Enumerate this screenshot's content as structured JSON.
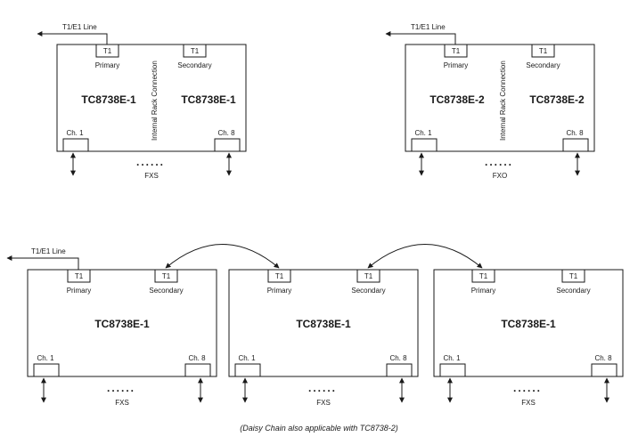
{
  "top_left": {
    "line_label": "T1/E1 Line",
    "port_primary": "T1",
    "port_primary_label": "Primary",
    "port_secondary": "T1",
    "port_secondary_label": "Secondary",
    "rack_label": "Internal Rack Connection",
    "model_left": "TC8738E-1",
    "model_right": "TC8738E-1",
    "ch_first": "Ch. 1",
    "ch_last": "Ch. 8",
    "dots": "......",
    "type_label": "FXS"
  },
  "top_right": {
    "line_label": "T1/E1 Line",
    "port_primary": "T1",
    "port_primary_label": "Primary",
    "port_secondary": "T1",
    "port_secondary_label": "Secondary",
    "rack_label": "Internal Rack Connection",
    "model_left": "TC8738E-2",
    "model_right": "TC8738E-2",
    "ch_first": "Ch. 1",
    "ch_last": "Ch. 8",
    "dots": "......",
    "type_label": "FXO"
  },
  "chain": {
    "line_label": "T1/E1 Line",
    "units": [
      {
        "port_primary": "T1",
        "port_primary_label": "Primary",
        "port_secondary": "T1",
        "port_secondary_label": "Secondary",
        "model": "TC8738E-1",
        "ch_first": "Ch. 1",
        "ch_last": "Ch. 8",
        "dots": "......",
        "type_label": "FXS"
      },
      {
        "port_primary": "T1",
        "port_primary_label": "Primary",
        "port_secondary": "T1",
        "port_secondary_label": "Secondary",
        "model": "TC8738E-1",
        "ch_first": "Ch. 1",
        "ch_last": "Ch. 8",
        "dots": "......",
        "type_label": "FXS"
      },
      {
        "port_primary": "T1",
        "port_primary_label": "Primary",
        "port_secondary": "T1",
        "port_secondary_label": "Secondary",
        "model": "TC8738E-1",
        "ch_first": "Ch. 1",
        "ch_last": "Ch. 8",
        "dots": "......",
        "type_label": "FXS"
      }
    ],
    "caption": "(Daisy Chain also applicable with TC8738-2)"
  }
}
